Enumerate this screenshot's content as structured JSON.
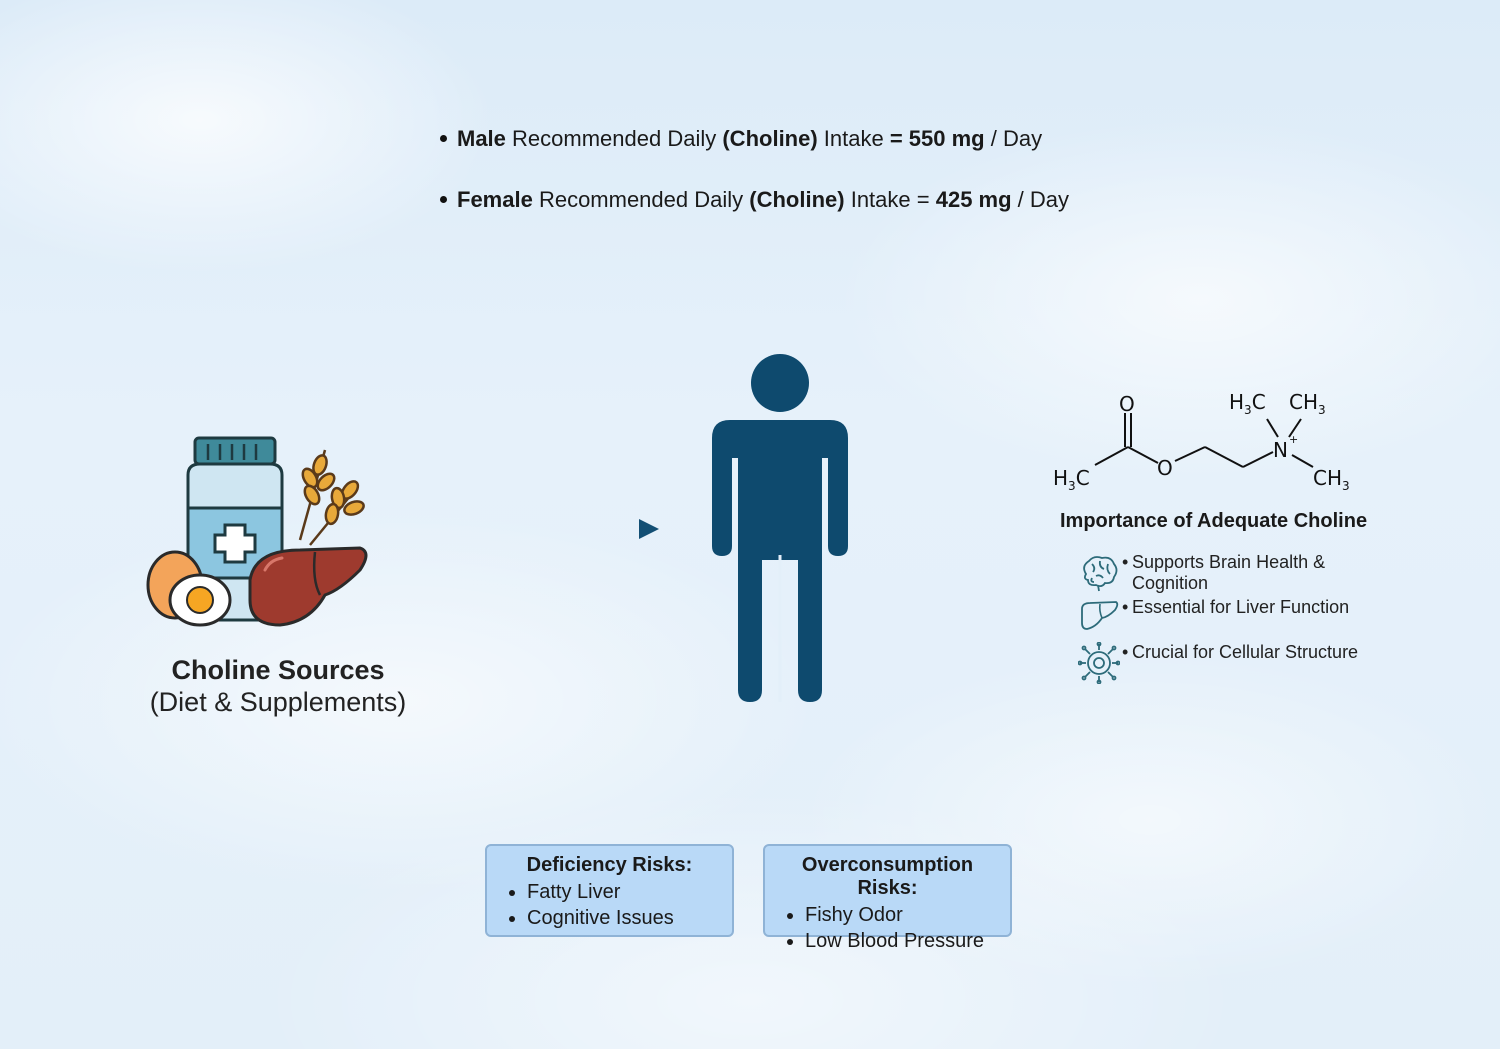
{
  "intake": {
    "male": {
      "sex": "Male",
      "t1": " Recommended Daily ",
      "nutrient": "(Choline)",
      "t2": " Intake ",
      "amount": "= 550 mg",
      "unit": " / Day"
    },
    "female": {
      "sex": "Female",
      "t1": " Recommended Daily ",
      "nutrient": "(Choline)",
      "t2": " Intake = ",
      "amount": "425 mg",
      "unit": " / Day"
    }
  },
  "sources": {
    "title": "Choline Sources",
    "subtitle": "(Diet & Supplements)"
  },
  "molecule": {
    "o_top": "O",
    "o_ester": "O",
    "n_plus": "+",
    "h3c_left": "H",
    "h3c_right": "H",
    "ch3_top": "CH",
    "ch3_right": "CH",
    "three": "3",
    "c": "C",
    "n": "N"
  },
  "importance": {
    "title": "Importance of Adequate Choline",
    "items": [
      {
        "text": "Supports Brain Health & Cognition",
        "icon": "brain-icon"
      },
      {
        "text": "Essential for Liver Function",
        "icon": "liver-icon"
      },
      {
        "text": "Crucial for Cellular Structure",
        "icon": "cell-icon"
      }
    ],
    "bullet": "•"
  },
  "risks": {
    "deficiency": {
      "title": "Deficiency Risks:",
      "items": [
        "Fatty Liver",
        "Cognitive Issues"
      ]
    },
    "over": {
      "title": "Overconsumption Risks:",
      "items": [
        "Fishy Odor",
        "Low Blood Pressure"
      ]
    }
  },
  "colors": {
    "figure": "#0e4a6e",
    "arrow": "#134f74",
    "box_fill": "#b9d9f7",
    "box_border": "#8fb3d6"
  }
}
